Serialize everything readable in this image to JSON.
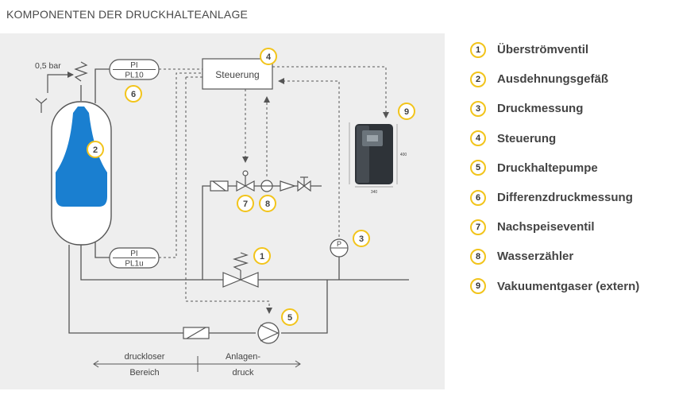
{
  "title": "KOMPONENTEN DER DRUCKHALTEANLAGE",
  "diagram": {
    "pressure_setting": "0,5 bar",
    "controller_label": "Steuerung",
    "gauge_top": {
      "line1": "PI",
      "line2": "PL10"
    },
    "gauge_bottom": {
      "line1": "PI",
      "line2": "PL1u"
    },
    "sensor_label": "P",
    "device_dim_width": "340",
    "device_dim_height": "400",
    "zone_left": {
      "line1": "druckloser",
      "line2": "Bereich"
    },
    "zone_right": {
      "line1": "Anlagen-",
      "line2": "druck"
    },
    "markers": [
      {
        "number": "1"
      },
      {
        "number": "2"
      },
      {
        "number": "3"
      },
      {
        "number": "4"
      },
      {
        "number": "5"
      },
      {
        "number": "6"
      },
      {
        "number": "7"
      },
      {
        "number": "8"
      },
      {
        "number": "9"
      }
    ],
    "colors": {
      "marker_ring": "#f2c41b",
      "vessel_fill": "#1a7fd0",
      "line": "#555555",
      "panel": "#eeeeee"
    }
  },
  "legend": [
    {
      "number": "1",
      "label": "Überströmventil"
    },
    {
      "number": "2",
      "label": "Ausdehnungsgefäß"
    },
    {
      "number": "3",
      "label": "Druckmessung"
    },
    {
      "number": "4",
      "label": "Steuerung"
    },
    {
      "number": "5",
      "label": "Druckhaltepumpe"
    },
    {
      "number": "6",
      "label": "Differenzdruckmessung"
    },
    {
      "number": "7",
      "label": "Nachspeiseventil"
    },
    {
      "number": "8",
      "label": "Wasserzähler"
    },
    {
      "number": "9",
      "label": "Vakuumentgaser (extern)"
    }
  ]
}
